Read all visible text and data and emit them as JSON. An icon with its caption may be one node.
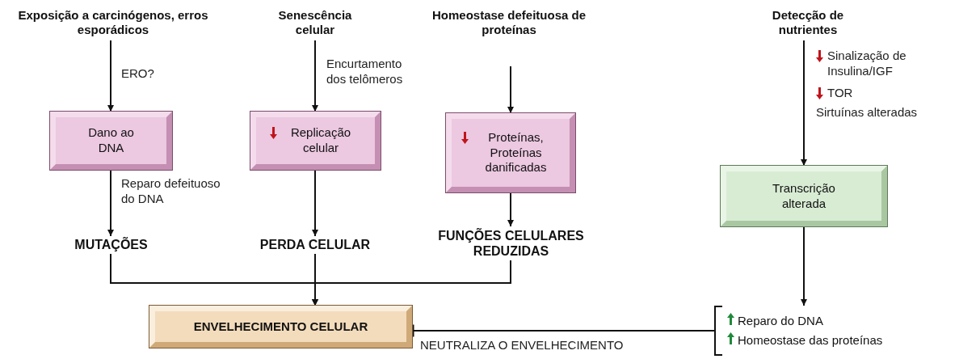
{
  "diagram": {
    "nodes": [
      {
        "text": [
          "Exposição a carcinógenos, erros esporádicos"
        ]
      },
      {
        "text": [
          "Senescência celular"
        ]
      },
      {
        "text": [
          "Homeostase defeituosa de proteínas"
        ]
      },
      {
        "text": [
          "Detecção de nutrientes"
        ]
      },
      {
        "text": [
          "Dano ao DNA"
        ]
      },
      {
        "text": [
          "Replicação celular"
        ]
      },
      {
        "text": [
          "Proteínas, Proteínas danificadas"
        ]
      },
      {
        "text": [
          "Transcrição alterada"
        ]
      },
      {
        "text": [
          "MUTAÇÕES"
        ]
      },
      {
        "text": [
          "PERDA CELULAR"
        ]
      },
      {
        "text": [
          "FUNÇÕES CELULARES REDUZIDAS"
        ]
      },
      {
        "text": [
          "ENVELHECIMENTO CELULAR"
        ]
      },
      {
        "text": [
          "Reparo do DNA",
          "Homeostase das proteínas"
        ]
      }
    ],
    "edges": [
      {
        "from": 0,
        "to": 4,
        "arrow": "to",
        "label": "ERO?"
      },
      {
        "from": 1,
        "to": 5,
        "arrow": "to",
        "label": "Encurtamento dos telômeros"
      },
      {
        "from": 2,
        "to": 6,
        "arrow": "to"
      },
      {
        "from": 3,
        "to": 7,
        "arrow": "to"
      },
      {
        "from": 4,
        "to": 8,
        "arrow": "to",
        "label": "Reparo defeituoso do DNA"
      },
      {
        "from": 5,
        "to": 9,
        "arrow": "to"
      },
      {
        "from": 6,
        "to": 10,
        "arrow": "to"
      },
      {
        "from": 8,
        "to": 11,
        "arrow": "to"
      },
      {
        "from": 9,
        "to": 11,
        "arrow": "to"
      },
      {
        "from": 10,
        "to": 11,
        "arrow": "to"
      },
      {
        "from": 7,
        "to": 12,
        "arrow": "to"
      },
      {
        "from": 12,
        "to": 11,
        "arrow": "other",
        "label": "NEUTRALIZA O ENVELHECIMENTO"
      }
    ],
    "labels": [
      "Sinalização de Insulina/IGF",
      "TOR",
      "Sirtuínas alteradas"
    ]
  }
}
